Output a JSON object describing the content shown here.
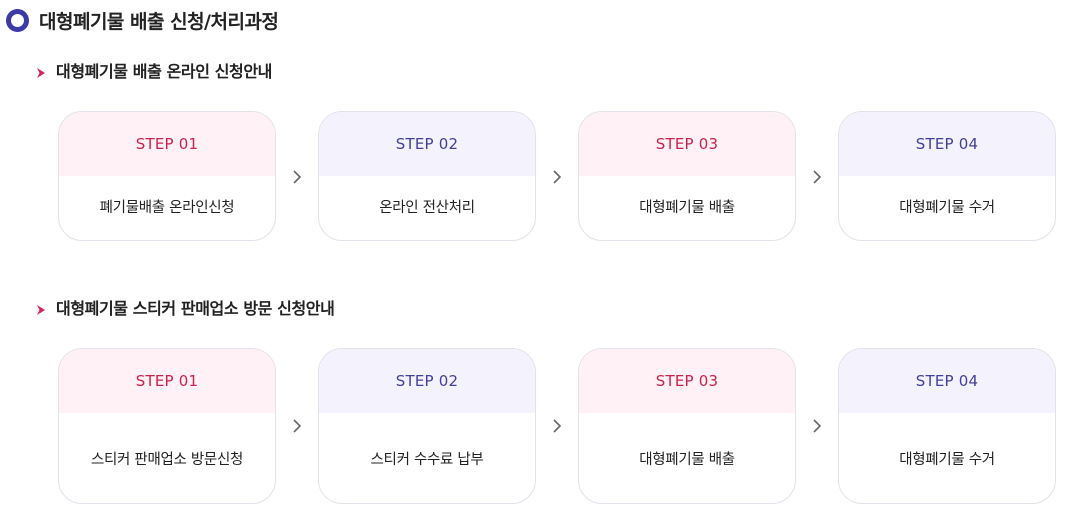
{
  "page_title": "대형폐기물 배출 신청/처리과정",
  "sections": [
    {
      "title": "대형폐기물 배출 온라인 신청안내",
      "steps": [
        {
          "label": "STEP 01",
          "text": "폐기물배출 온라인신청"
        },
        {
          "label": "STEP 02",
          "text": "온라인 전산처리"
        },
        {
          "label": "STEP 03",
          "text": "대형폐기물 배출"
        },
        {
          "label": "STEP 04",
          "text": "대형폐기물 수거"
        }
      ]
    },
    {
      "title": "대형폐기물 스티커 판매업소 방문 신청안내",
      "steps": [
        {
          "label": "STEP 01",
          "text": "스티커 판매업소 방문신청"
        },
        {
          "label": "STEP 02",
          "text": "스티커 수수료 납부"
        },
        {
          "label": "STEP 03",
          "text": "대형폐기물 배출"
        },
        {
          "label": "STEP 04",
          "text": "대형폐기물 수거"
        }
      ]
    }
  ],
  "colors": {
    "pink_text": "#c8234e",
    "pink_bg": "#fff1f5",
    "violet_text": "#43409a",
    "violet_bg": "#f3f2fd",
    "title_ring": "#3b3aa6",
    "bullet": "#d6245a"
  },
  "icons": {
    "title_marker": "ring-icon",
    "section_marker": "arrow-bullet-icon",
    "step_separator": "chevron-right-icon"
  }
}
